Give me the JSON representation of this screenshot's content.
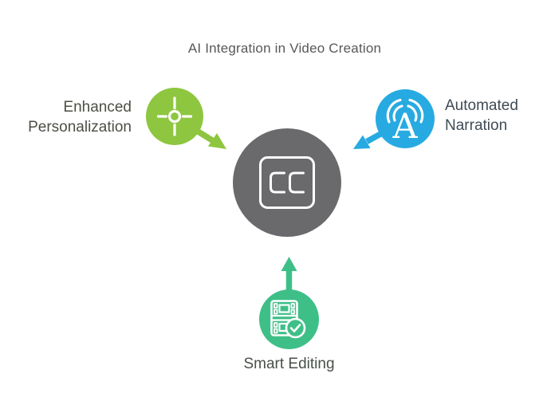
{
  "title": "AI Integration in Video Creation",
  "center": {
    "icon": "closed-captions-icon",
    "color": "#6A6A6C"
  },
  "nodes": {
    "enhanced_personalization": {
      "label": "Enhanced\nPersonalization",
      "icon": "target-crosshair-icon",
      "color": "#8EC640",
      "position": "top-left"
    },
    "automated_narration": {
      "label": "Automated\nNarration",
      "icon": "narration-waves-icon",
      "color": "#27AAE1",
      "position": "top-right"
    },
    "smart_editing": {
      "label": "Smart Editing",
      "icon": "film-checkmark-icon",
      "color": "#3FBF88",
      "position": "bottom"
    }
  },
  "colors": {
    "green": "#8EC640",
    "blue": "#27AAE1",
    "emerald": "#3FBF88",
    "gray": "#6A6A6C",
    "title": "#57585A",
    "label_left": "#4B4F44",
    "label_right": "#3E4B54",
    "label_bottom": "#49504A",
    "background": "#FFFFFF"
  }
}
